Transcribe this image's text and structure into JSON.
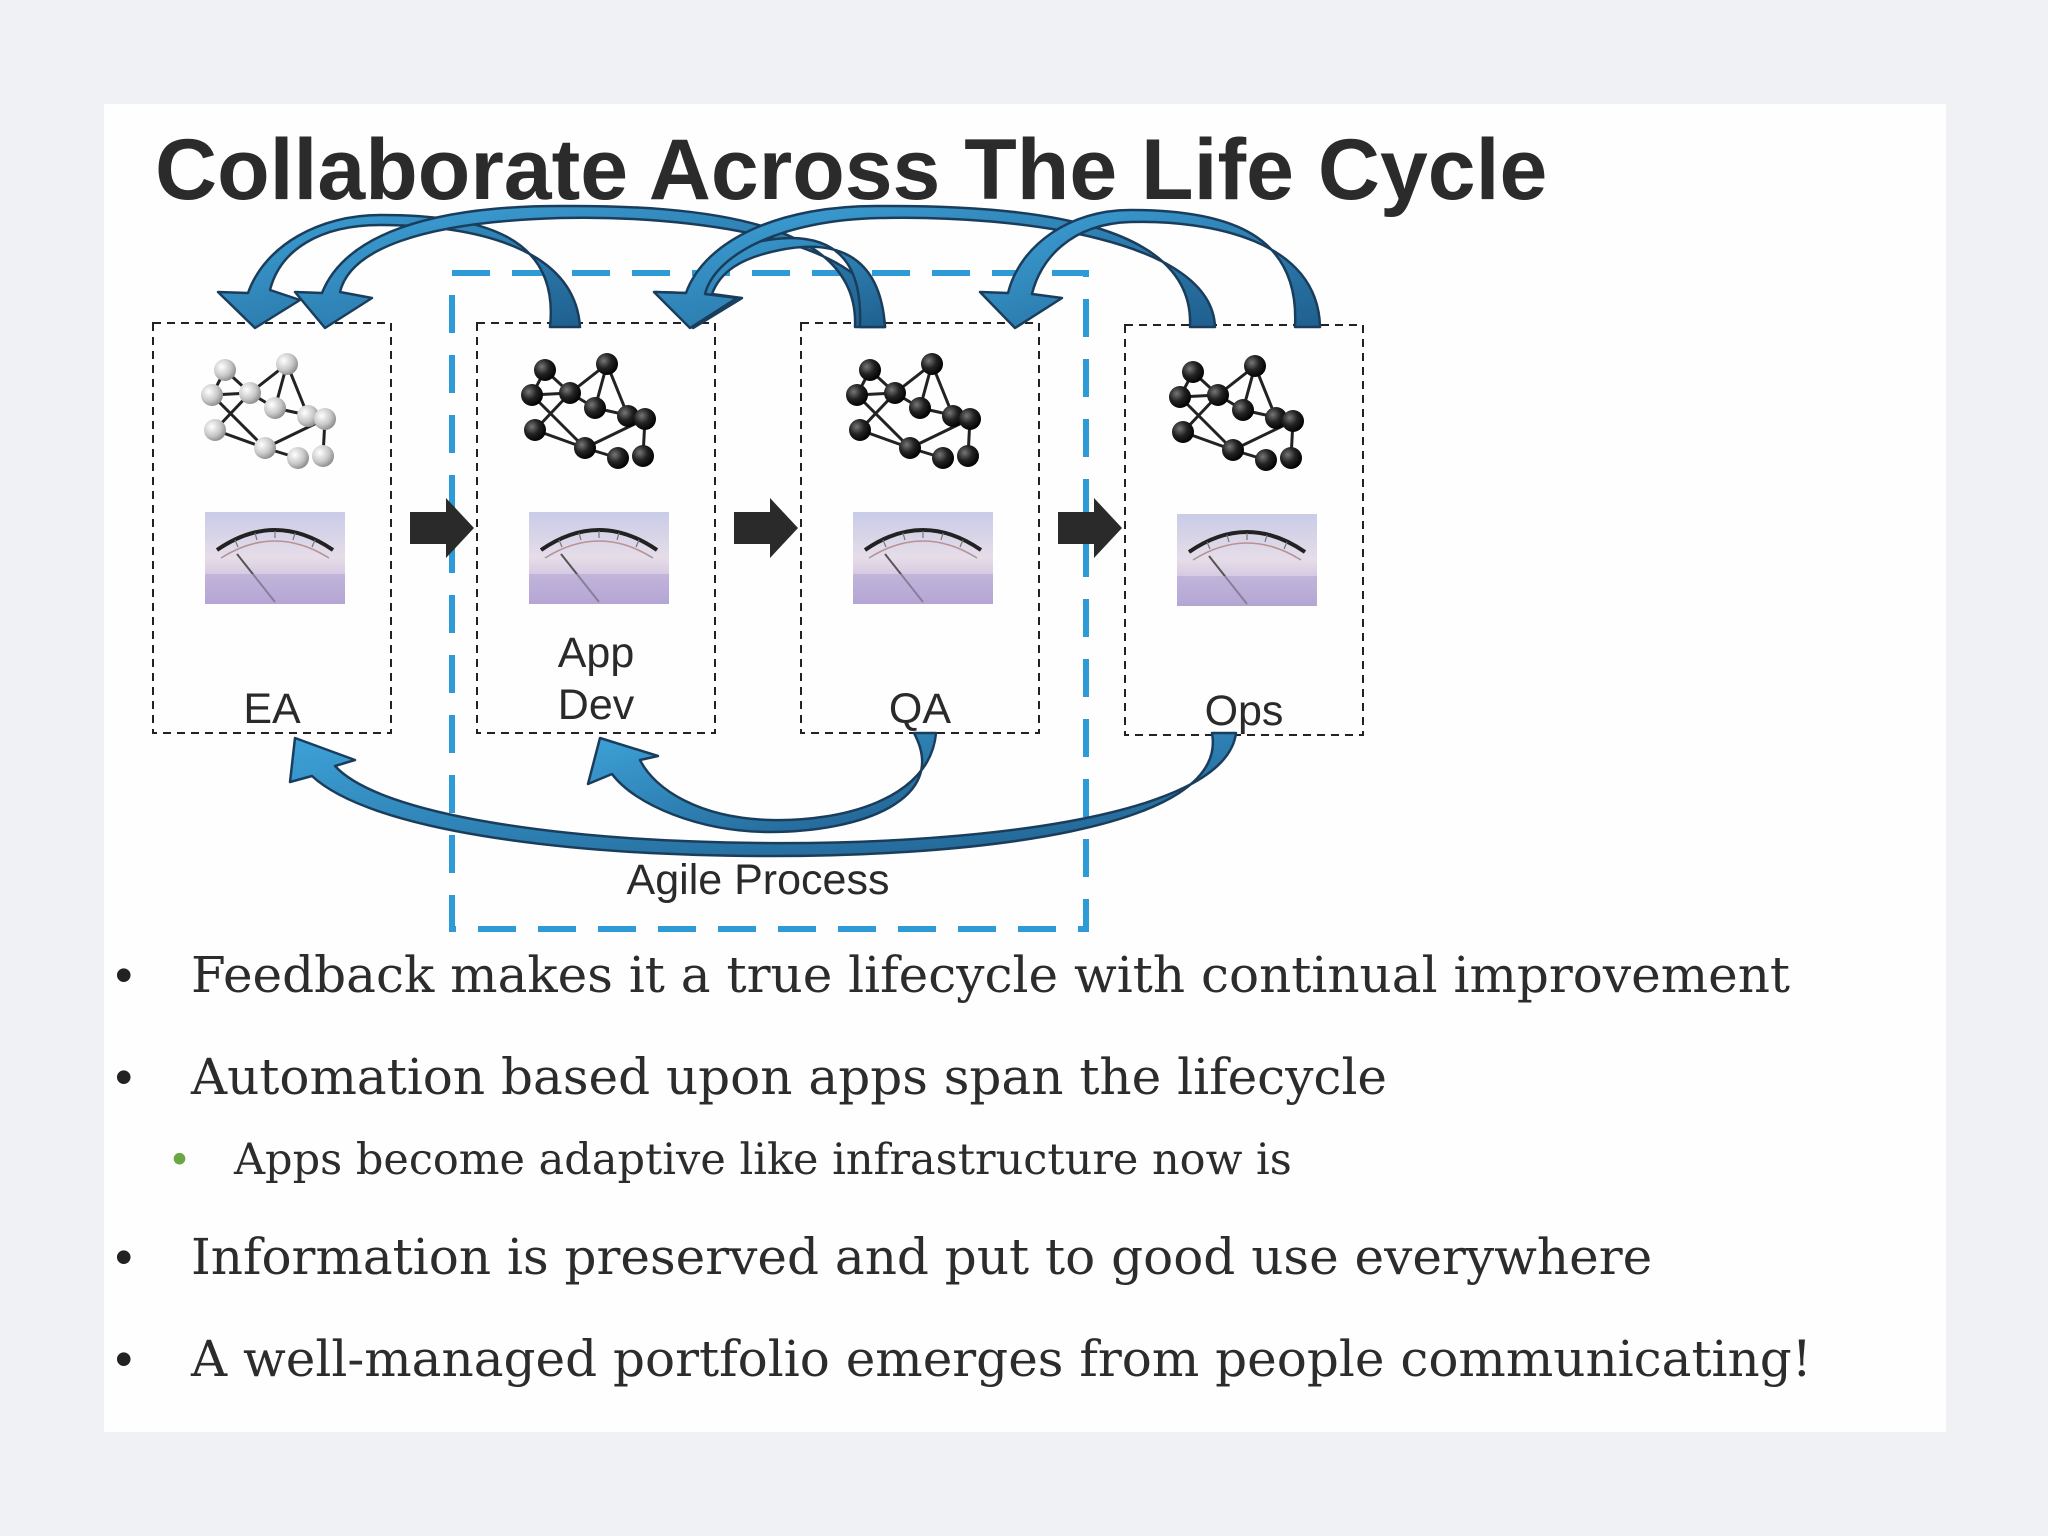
{
  "slide": {
    "title": "Collaborate Across The Life Cycle",
    "diagram": {
      "stages": [
        {
          "line1": "",
          "line2": "EA"
        },
        {
          "line1": "App",
          "line2": "Dev"
        },
        {
          "line1": "",
          "line2": "QA"
        },
        {
          "line1": "",
          "line2": "Ops"
        }
      ],
      "agile_label": "Agile Process",
      "colors": {
        "arrow_blue": "#2b8cc4",
        "arrow_dark": "#1f5f8e",
        "agile_border": "#2e9ad6",
        "flow_arrow": "#2a2a2a"
      }
    },
    "bullets": [
      {
        "level": 1,
        "text": "Feedback makes it a true lifecycle with continual improvement"
      },
      {
        "level": 1,
        "text": "Automation based upon apps span the lifecycle"
      },
      {
        "level": 2,
        "text": "Apps become adaptive like infrastructure now is"
      },
      {
        "level": 1,
        "text": "Information is preserved and put to good use everywhere"
      },
      {
        "level": 1,
        "text": "A well-managed portfolio emerges from people communicating!"
      }
    ]
  }
}
